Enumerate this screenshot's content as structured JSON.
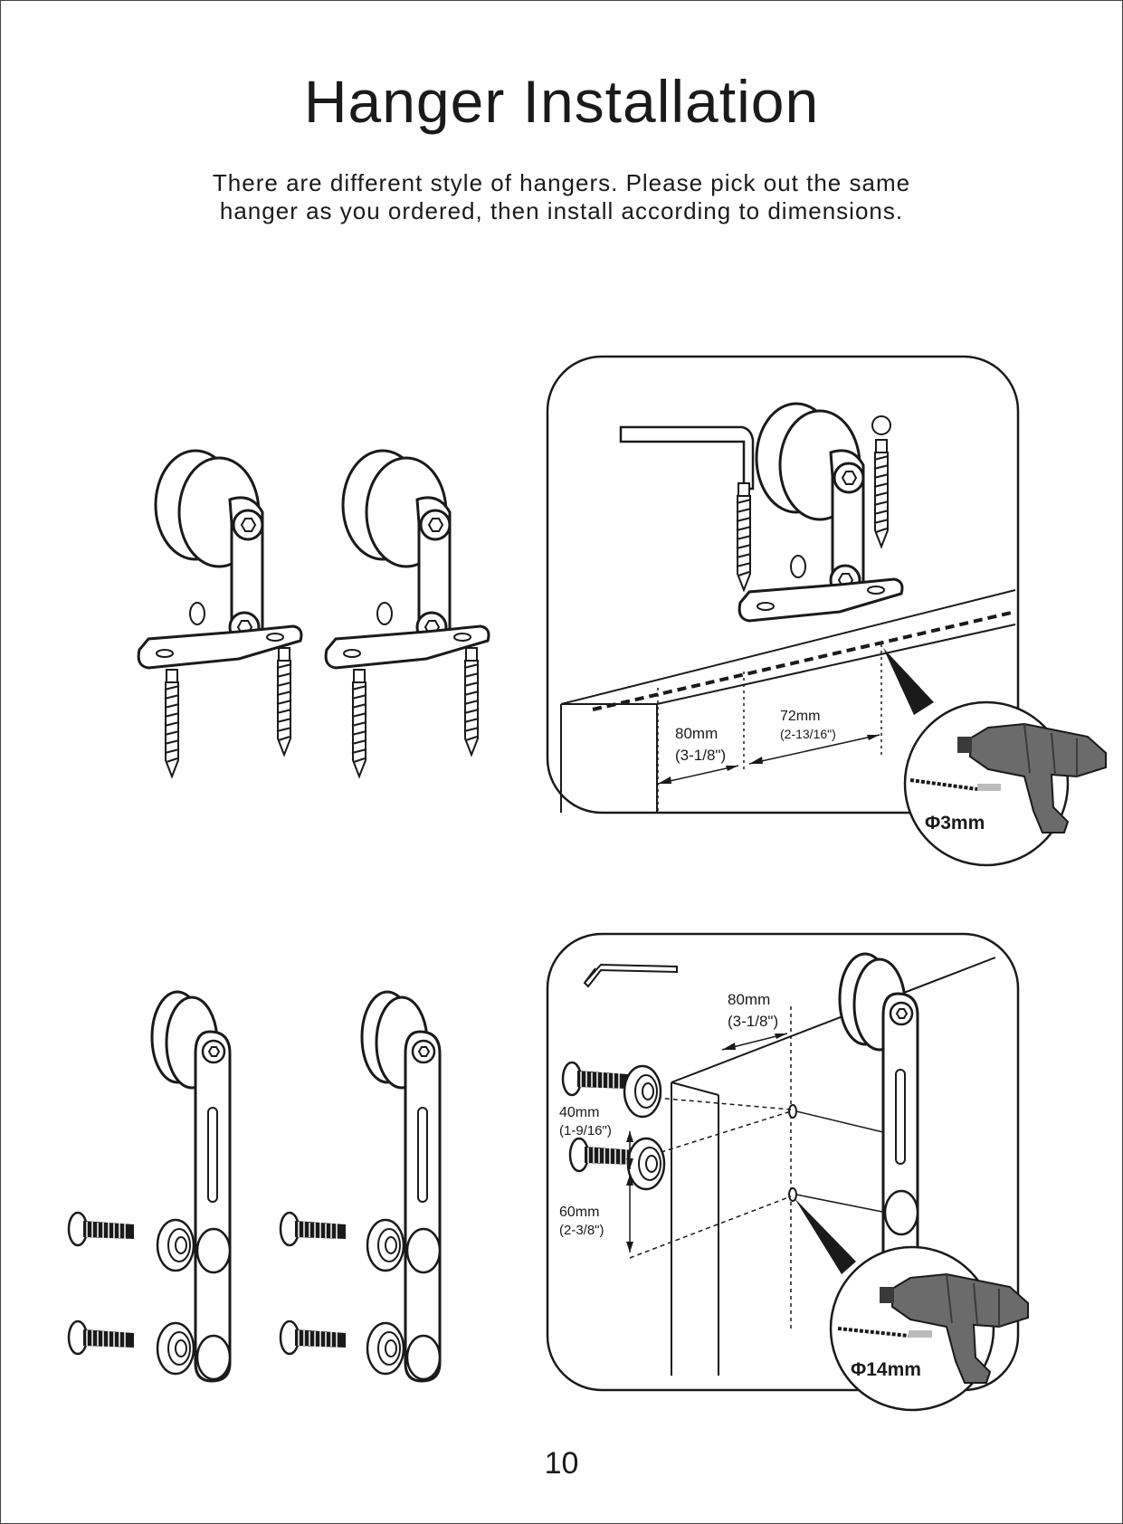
{
  "page": {
    "title": "Hanger Installation",
    "instructions_line1": "There are different style of hangers. Please pick out the same",
    "instructions_line2": "hanger as you ordered, then install according to dimensions.",
    "page_number": "10"
  },
  "figure_top": {
    "dim_a": "80mm",
    "dim_a_in": "(3-1/8\")",
    "dim_b": "72mm",
    "dim_b_in": "(2-13/16\")",
    "drill_bit": "Φ3mm"
  },
  "figure_bottom": {
    "dim_a": "80mm",
    "dim_a_in": "(3-1/8\")",
    "dim_b": "40mm",
    "dim_b_in": "(1-9/16\")",
    "dim_c": "60mm",
    "dim_c_in": "(2-3/8\")",
    "drill_bit": "Φ14mm"
  },
  "colors": {
    "line": "#1a1a1a",
    "drill": "#6b6b6b",
    "drill_dark": "#3a3a3a"
  }
}
